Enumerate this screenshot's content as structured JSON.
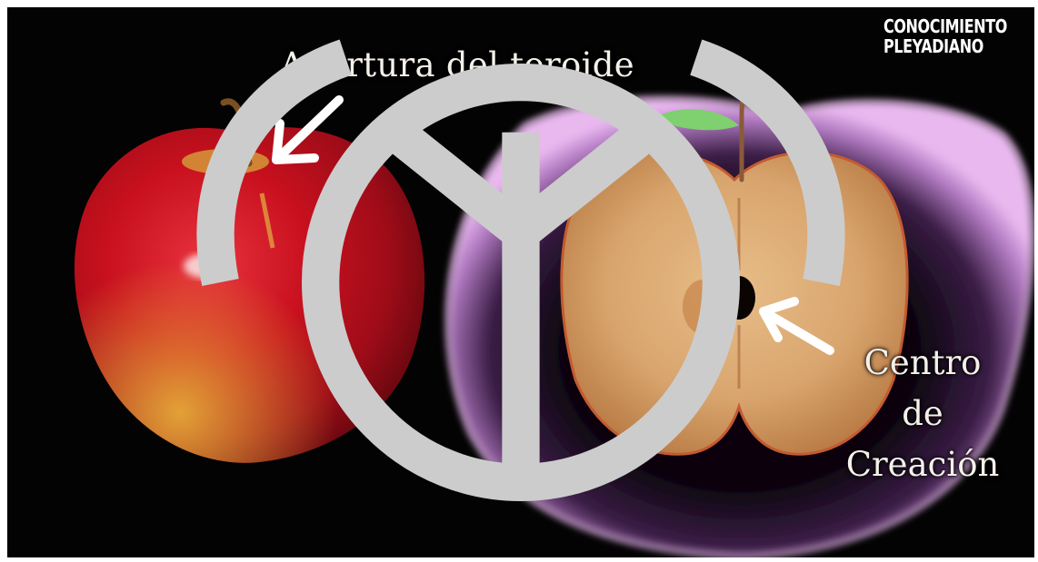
{
  "labels": {
    "toroid_opening": "Apertura del toroide",
    "creation_center": [
      "Centro",
      "de",
      "Creación"
    ]
  },
  "logo": {
    "line1": "CONOCIMIENTO",
    "line2": "PLEYADIANO",
    "emblem": "tree-emblem-icon"
  },
  "colors": {
    "background": "#030303",
    "apple_red": "#c8101e",
    "apple_flesh": "#d9a56e",
    "aura_pink": "#d9a0e0",
    "text": "#f4f0ea"
  }
}
